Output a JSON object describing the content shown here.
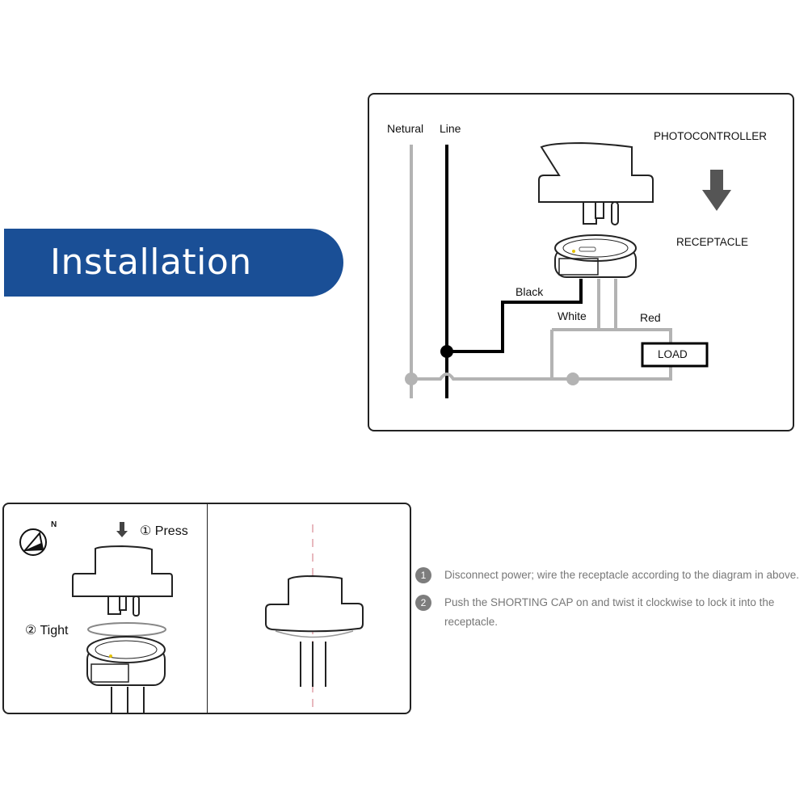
{
  "banner": {
    "title": "Installation",
    "color": "#1a4f96"
  },
  "wiring_diagram": {
    "labels": {
      "neutral": "Netural",
      "line": "Line",
      "photocontroller": "PHOTOCONTROLLER",
      "receptacle": "RECEPTACLE",
      "black": "Black",
      "white": "White",
      "red": "Red",
      "load": "LOAD"
    },
    "colors": {
      "neutral_wire": "#b3b3b3",
      "line_wire": "#000000",
      "arrow": "#555555"
    }
  },
  "steps_figure": {
    "step1": "① Press",
    "step2": "② Tight",
    "north_label": "N"
  },
  "instructions": [
    {
      "number": "1",
      "text": "Disconnect power; wire the receptacle according to the diagram in above."
    },
    {
      "number": "2",
      "text": "Push the SHORTING CAP on and twist it clockwise to lock it into the receptacle."
    }
  ]
}
